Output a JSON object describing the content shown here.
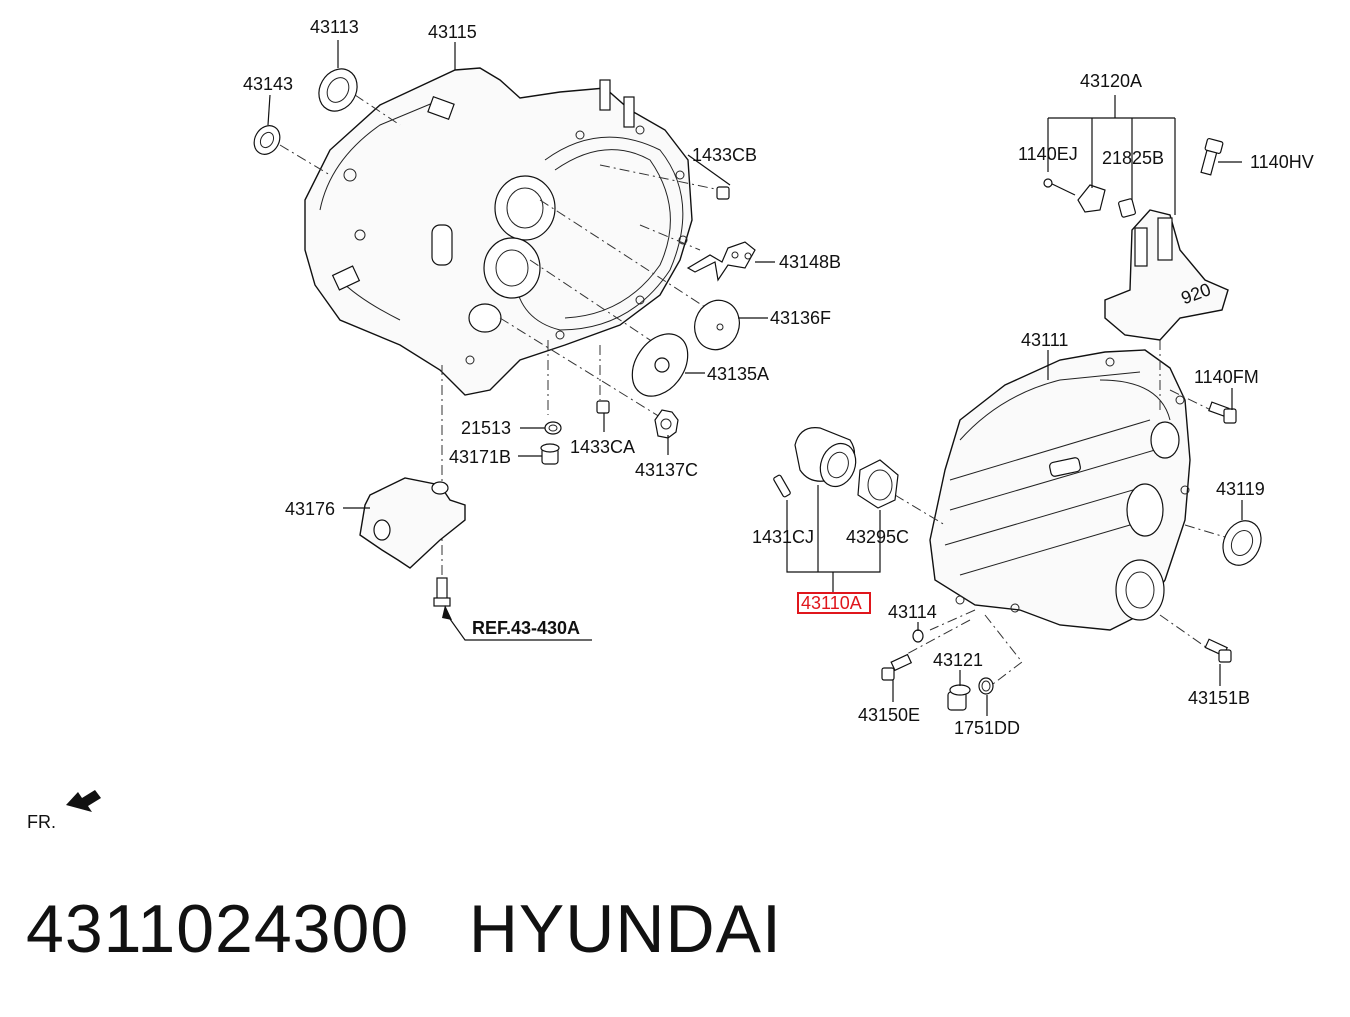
{
  "diagram": {
    "labels": {
      "l43113": "43113",
      "l43115": "43115",
      "l43143": "43143",
      "l1433CB": "1433CB",
      "l43148B": "43148B",
      "l43136F": "43136F",
      "l43135A": "43135A",
      "l21513": "21513",
      "l1433CA": "1433CA",
      "l43171B": "43171B",
      "l43137C": "43137C",
      "l43176": "43176",
      "lRef": "REF.43-430A",
      "l43120A": "43120A",
      "l1140EJ": "1140EJ",
      "l21825B": "21825B",
      "l1140HV": "1140HV",
      "l43111": "43111",
      "l1140FM": "1140FM",
      "l43119": "43119",
      "l1431CJ": "1431CJ",
      "l43295C": "43295C",
      "l43110A": "43110A",
      "l43114": "43114",
      "l43121": "43121",
      "l43150E": "43150E",
      "l1751DD": "1751DD",
      "l43151B": "43151B",
      "lFR": "FR.",
      "lMount": "920"
    },
    "highlight_color": "#e0161c"
  },
  "footer": {
    "part_number": "4311024300",
    "brand": "HYUNDAI",
    "text": "4311024300   HYUNDAI"
  }
}
